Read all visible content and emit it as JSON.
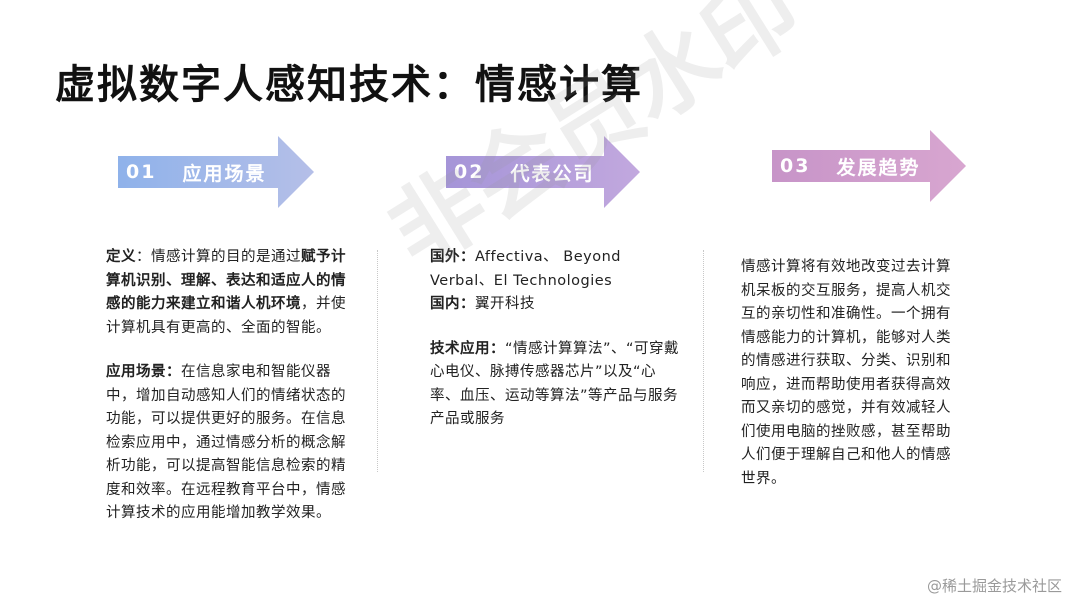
{
  "title": "虚拟数字人感知技术：情感计算",
  "arrows": [
    {
      "num": "01",
      "label": "应用场景",
      "color_start": "#8fb2ea",
      "color_end": "#b5bfe8"
    },
    {
      "num": "02",
      "label": "代表公司",
      "color_start": "#a595d8",
      "color_end": "#c2a8de"
    },
    {
      "num": "03",
      "label": "发展趋势",
      "color_start": "#c794c8",
      "color_end": "#d8a6d0"
    }
  ],
  "col1": {
    "p1_label": "定义",
    "p1_text1": "：情感计算的目的是通过",
    "p1_bold": "赋予计算机识别、理解、表达和适应人的情感的能力来建立和谐人机环境",
    "p1_text2": "，并使计算机具有更高的、全面的智能。",
    "p2_label": "应用场景：",
    "p2_text": "在信息家电和智能仪器中，增加自动感知人们的情绪状态的功能，可以提供更好的服务。在信息检索应用中，通过情感分析的概念解析功能，可以提高智能信息检索的精度和效率。在远程教育平台中，情感计算技术的应用能增加教学效果。"
  },
  "col2": {
    "foreign_label": "国外：",
    "foreign_text": "Affectiva、 Beyond Verbal、El Technologies",
    "domestic_label": "国内：",
    "domestic_text": "翼开科技",
    "tech_label": "技术应用：",
    "tech_text": "“情感计算算法”、“可穿戴心电仪、脉搏传感器芯片”以及“心率、血压、运动等算法”等产品与服务产品或服务"
  },
  "col3": {
    "text": "情感计算将有效地改变过去计算机呆板的交互服务，提高人机交互的亲切性和准确性。一个拥有情感能力的计算机，能够对人类的情感进行获取、分类、识别和响应，进而帮助使用者获得高效而又亲切的感觉，并有效减轻人们使用电脑的挫败感，甚至帮助人们便于理解自己和他人的情感世界。"
  },
  "watermark": "非会员水印",
  "credit": "@稀土掘金技术社区"
}
